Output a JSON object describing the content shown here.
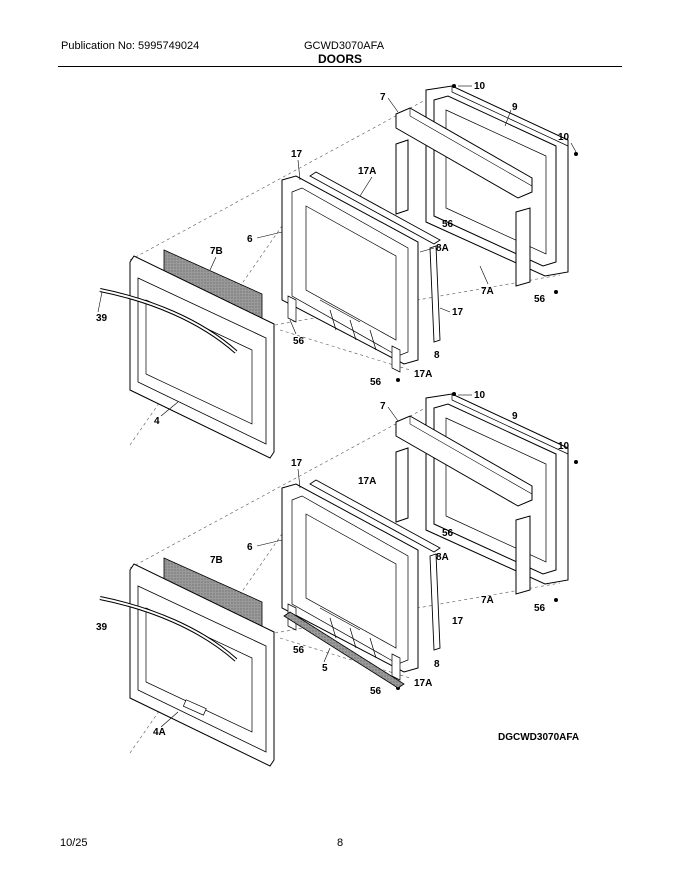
{
  "header": {
    "publication": "Publication No: 5995749024",
    "model": "GCWD3070AFA",
    "section": "DOORS"
  },
  "top_door_labels": {
    "l10a": "10",
    "l7": "7",
    "l9": "9",
    "l10b": "10",
    "l17": "17",
    "l17A": "17A",
    "l56a": "56",
    "l6": "6",
    "l7B": "7B",
    "l8A": "8A",
    "l7A": "7A",
    "l56b": "56",
    "l39": "39",
    "l56c": "56",
    "l8": "8",
    "l17Ab": "17A",
    "l56d": "56",
    "l4": "4"
  },
  "bottom_door_labels": {
    "l10a": "10",
    "l7": "7",
    "l9": "9",
    "l10b": "10",
    "l17": "17",
    "l17A": "17A",
    "l56a": "56",
    "l6": "6",
    "l7B": "7B",
    "l8A": "8A",
    "l7A": "7A",
    "l56b": "56",
    "l39": "39",
    "l17r": "17",
    "l56c": "56",
    "l5": "5",
    "l8": "8",
    "l17Ab": "17A",
    "l56d": "56",
    "l4A": "4A"
  },
  "drawing_code": "DGCWD3070AFA",
  "footer": {
    "date": "10/25",
    "page": "8"
  }
}
